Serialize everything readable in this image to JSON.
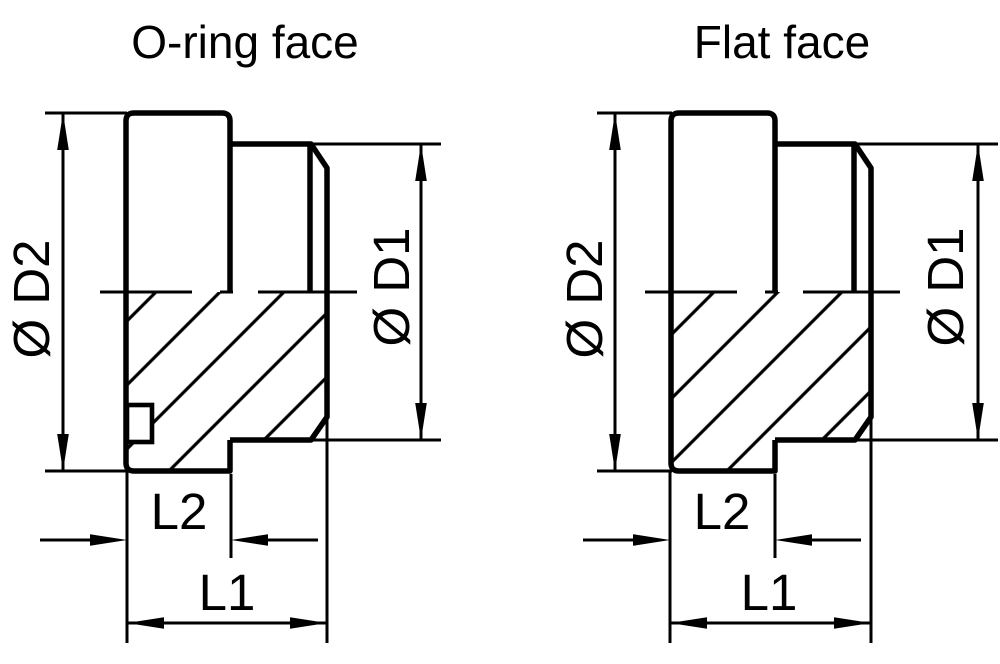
{
  "drawing": {
    "colors": {
      "line": "#000000",
      "background": "#ffffff"
    },
    "views": [
      {
        "title": "O-ring face",
        "face_type": "o-ring",
        "has_oring_groove": true,
        "dims": {
          "d2": "Ø D2",
          "d1": "Ø D1",
          "l2": "L2",
          "l1": "L1"
        }
      },
      {
        "title": "Flat face",
        "face_type": "flat",
        "has_oring_groove": false,
        "dims": {
          "d2": "Ø D2",
          "d1": "Ø D1",
          "l2": "L2",
          "l1": "L1"
        }
      }
    ]
  }
}
